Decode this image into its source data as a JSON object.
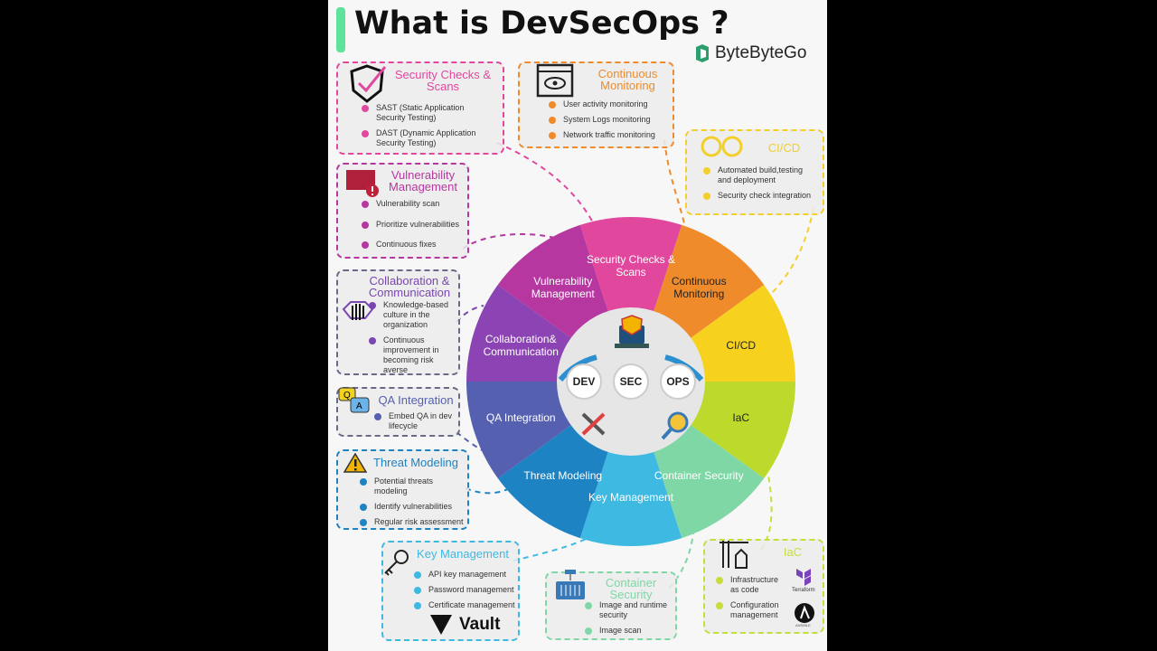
{
  "title": "What is DevSecOps ?",
  "brand": "ByteByteGo",
  "hub": {
    "dev": "DEV",
    "sec": "SEC",
    "ops": "OPS"
  },
  "segments": [
    {
      "label": "Security Checks & Scans",
      "color": "#e2479e",
      "text_color": "#ffffff"
    },
    {
      "label": "Continuous Monitoring",
      "color": "#ef8b2a",
      "text_color": "#222222"
    },
    {
      "label": "CI/CD",
      "color": "#f6d21f",
      "text_color": "#222222"
    },
    {
      "label": "IaC",
      "color": "#bcd92c",
      "text_color": "#222222"
    },
    {
      "label": "Container Security",
      "color": "#7fd7a6",
      "text_color": "#ffffff"
    },
    {
      "label": "Key Management",
      "color": "#3db9e2",
      "text_color": "#ffffff"
    },
    {
      "label": "Threat Modeling",
      "color": "#1d83c3",
      "text_color": "#ffffff"
    },
    {
      "label": "QA Integration",
      "color": "#5560b0",
      "text_color": "#ffffff"
    },
    {
      "label": "Collaboration& Communication",
      "color": "#8c43b3",
      "text_color": "#ffffff"
    },
    {
      "label": "Vulnerability Management",
      "color": "#b5379f",
      "text_color": "#ffffff"
    }
  ],
  "cards": {
    "security": {
      "title": "Security Checks & Scans",
      "color": "#e2479e",
      "items": [
        "SAST (Static Application Security Testing)",
        "DAST (Dynamic Application Security Testing)"
      ]
    },
    "monitoring": {
      "title": "Continuous Monitoring",
      "color": "#ef8b2a",
      "items": [
        "User activity monitoring",
        "System Logs monitoring",
        "Network traffic monitoring"
      ]
    },
    "cicd": {
      "title": "CI/CD",
      "color": "#f2cf2a",
      "items": [
        "Automated build,testing and deployment",
        "Security check integration"
      ]
    },
    "vuln": {
      "title": "Vulnerability Management",
      "color": "#b5379f",
      "items": [
        "Vulnerability scan",
        "Prioritize vulnerabilities",
        "Continuous fixes"
      ]
    },
    "collab": {
      "title": "Collaboration & Communication",
      "color": "#7a46b0",
      "items": [
        "Knowledge-based culture in the organization",
        "Continuous improvement in becoming risk averse"
      ]
    },
    "qa": {
      "title": "QA Integration",
      "color": "#5560b0",
      "items": [
        "Embed QA in dev lifecycle"
      ]
    },
    "threat": {
      "title": "Threat Modeling",
      "color": "#1d83c3",
      "items": [
        "Potential threats modeling",
        "Identify vulnerabilities",
        "Regular risk assessment"
      ]
    },
    "key": {
      "title": "Key Management",
      "color": "#3db9e2",
      "items": [
        "API key management",
        "Password management",
        "Certificate management"
      ],
      "logo": "Vault"
    },
    "container": {
      "title": "Container Security",
      "color": "#7fd7a6",
      "items": [
        "Image and runtime security",
        "Image scan"
      ]
    },
    "iac": {
      "title": "IaC",
      "color": "#c8dc3c",
      "items": [
        "Infrastructure as code",
        "Configuration management"
      ],
      "logos": [
        "Terraform",
        "ANSIBLE"
      ]
    }
  }
}
